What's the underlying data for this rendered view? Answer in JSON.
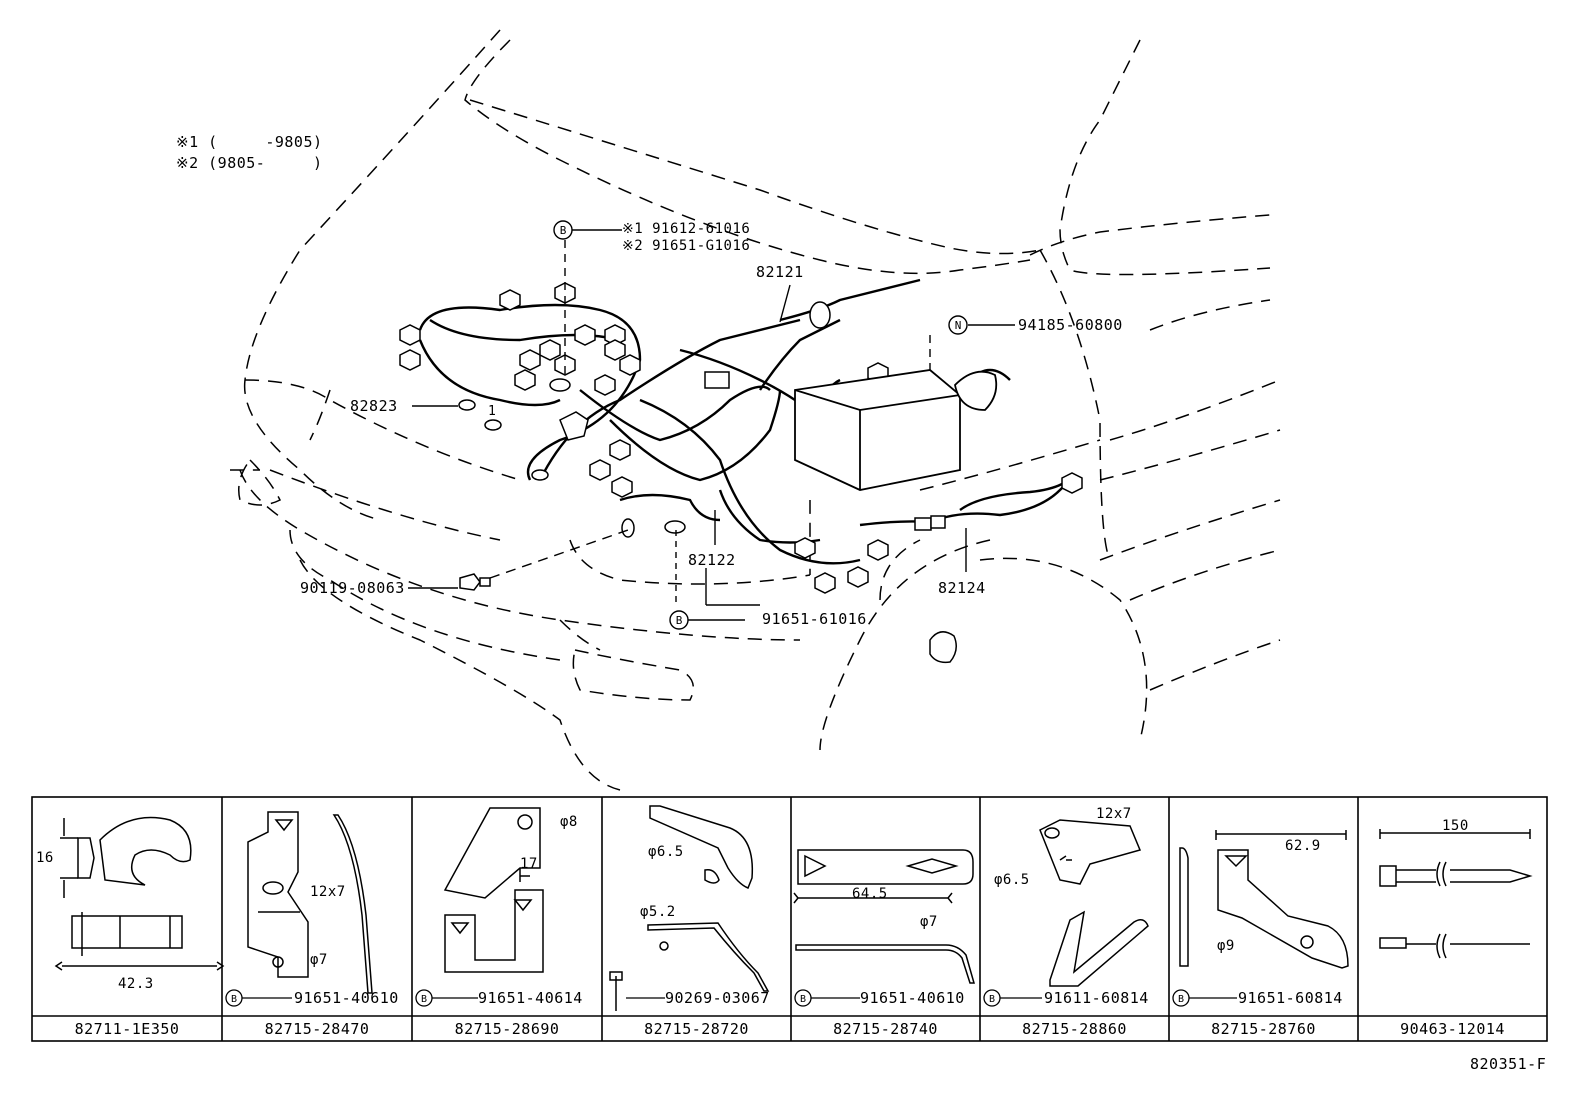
{
  "legend": {
    "line1": "※1 (     -9805)",
    "line2": "※2 (9805-     )"
  },
  "callouts": {
    "top_b": {
      "marker": "B",
      "line1": "※1 91612-61016",
      "line2": "※2 91651-G1016"
    },
    "p82121": "82121",
    "n_marker": "N",
    "p94185": "94185-60800",
    "p82823": "82823",
    "p82823_mark": "1",
    "p90119": "90119-08063",
    "p82122": "82122",
    "p82124": "82124",
    "bottom_b": {
      "marker": "B",
      "text": "91651-61016"
    }
  },
  "table": {
    "cells": [
      {
        "part": "82711-1E350",
        "dims": [
          "16",
          "42.3"
        ]
      },
      {
        "part": "82715-28470",
        "bolt": "91651-40610",
        "dims": [
          "12x7",
          "φ7"
        ]
      },
      {
        "part": "82715-28690",
        "bolt": "91651-40614",
        "dims": [
          "φ8",
          "17"
        ]
      },
      {
        "part": "82715-28720",
        "bolt": "90269-03067",
        "dims": [
          "φ6.5",
          "φ5.2"
        ]
      },
      {
        "part": "82715-28740",
        "bolt": "91651-40610",
        "dims": [
          "64.5",
          "φ7"
        ]
      },
      {
        "part": "82715-28860",
        "bolt": "91611-60814",
        "dims": [
          "12x7",
          "φ6.5"
        ]
      },
      {
        "part": "82715-28760",
        "bolt": "91651-60814",
        "dims": [
          "62.9",
          "φ9"
        ]
      },
      {
        "part": "90463-12014",
        "dims": [
          "150"
        ]
      }
    ],
    "b_marker": "B"
  },
  "figure_id": "820351-F"
}
